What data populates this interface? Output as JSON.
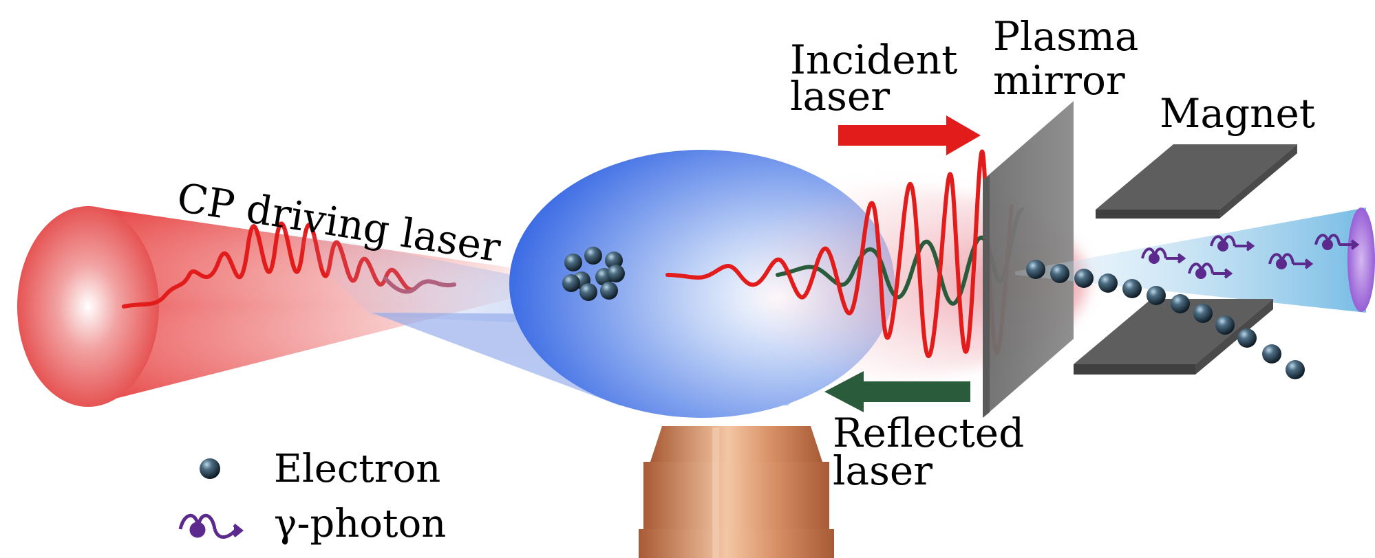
{
  "labels": {
    "driving_laser": "CP driving laser",
    "incident_laser": [
      "Incident",
      "laser"
    ],
    "plasma_mirror": [
      "Plasma",
      "mirror"
    ],
    "magnet": "Magnet",
    "reflected_laser": [
      "Reflected",
      "laser"
    ]
  },
  "legend": {
    "electron": "Electron",
    "gamma_photon": "γ-photon"
  },
  "colors": {
    "laser_red": "#e21b1b",
    "reflected_green": "#2a5b3a",
    "focus_blue": "#3d6fe6",
    "mirror_gray": "#7a7a7a",
    "magnet_gray": "#5e5e5e",
    "photon_purple": "#5b2a8c",
    "parabola_copper": "#c97a52"
  }
}
